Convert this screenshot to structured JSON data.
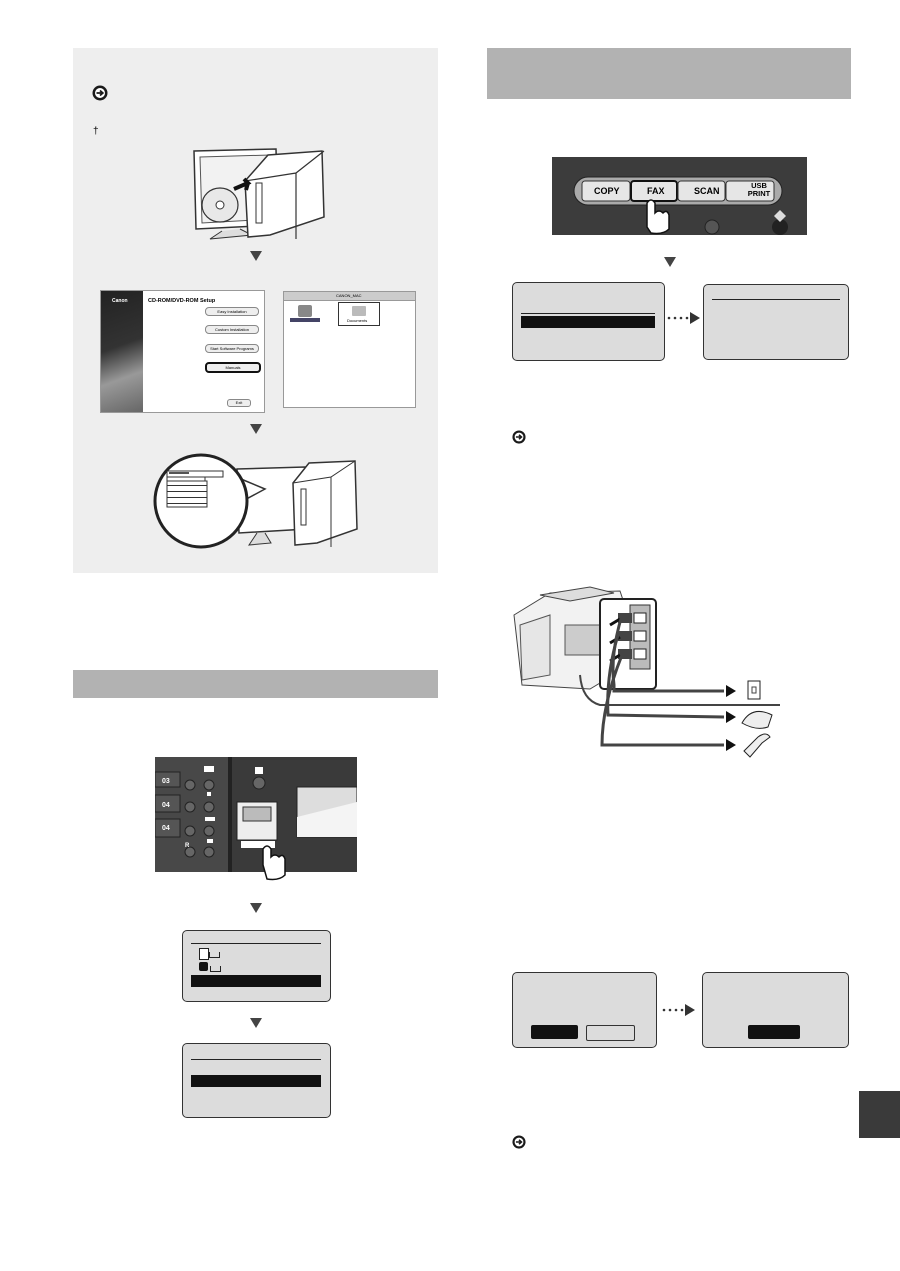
{
  "left_panel": {
    "dagger": "†",
    "software_window": {
      "brand": "Canon",
      "title": "CD-ROM/DVD-ROM Setup",
      "buttons": [
        "Easy Installation",
        "Custom Installation",
        "Start Software Programs",
        "Manuals",
        "Exit"
      ]
    },
    "mac_window": {
      "title": "CANON_MAC",
      "folder": "Documents"
    }
  },
  "control_panel_buttons": [
    "COPY",
    "FAX",
    "SCAN",
    "USB PRINT"
  ]
}
